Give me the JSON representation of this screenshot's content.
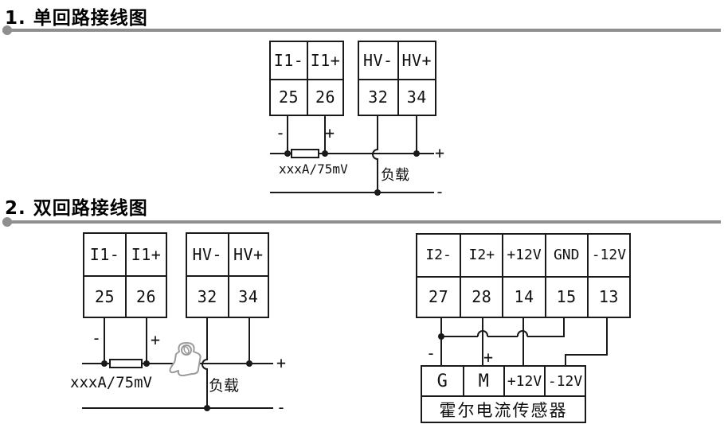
{
  "colors": {
    "ink": "#1a1a1a",
    "rule_gray": "#8f8f8f",
    "clamp_gray": "#9a9a9a"
  },
  "section1": {
    "heading": "1. 单回路接线图",
    "current_block": {
      "labels": [
        "I1-",
        "I1+"
      ],
      "terminals": [
        "25",
        "26"
      ]
    },
    "voltage_block": {
      "labels": [
        "HV-",
        "HV+"
      ],
      "terminals": [
        "32",
        "34"
      ]
    },
    "wire_minus": "-",
    "wire_plus": "+",
    "shunt_label": "xxxA/75mV",
    "load_label": "负载",
    "bus_plus": "+",
    "bus_minus": "-"
  },
  "section2": {
    "heading": "2. 双回路接线图",
    "loop1": {
      "current_block": {
        "labels": [
          "I1-",
          "I1+"
        ],
        "terminals": [
          "25",
          "26"
        ]
      },
      "voltage_block": {
        "labels": [
          "HV-",
          "HV+"
        ],
        "terminals": [
          "32",
          "34"
        ]
      },
      "wire_minus": "-",
      "wire_plus": "+",
      "shunt_label": "xxxA/75mV",
      "load_label": "负载",
      "bus_plus": "+",
      "bus_minus": "-"
    },
    "loop2": {
      "input_block": {
        "labels": [
          "I2-",
          "I2+",
          "+12V",
          "GND",
          "-12V"
        ],
        "terminals": [
          "27",
          "28",
          "14",
          "15",
          "13"
        ]
      },
      "wire_minus": "-",
      "wire_plus": "+",
      "sensor_block": {
        "labels": [
          "G",
          "M",
          "+12V",
          "-12V"
        ],
        "name": "霍尔电流传感器"
      }
    }
  }
}
